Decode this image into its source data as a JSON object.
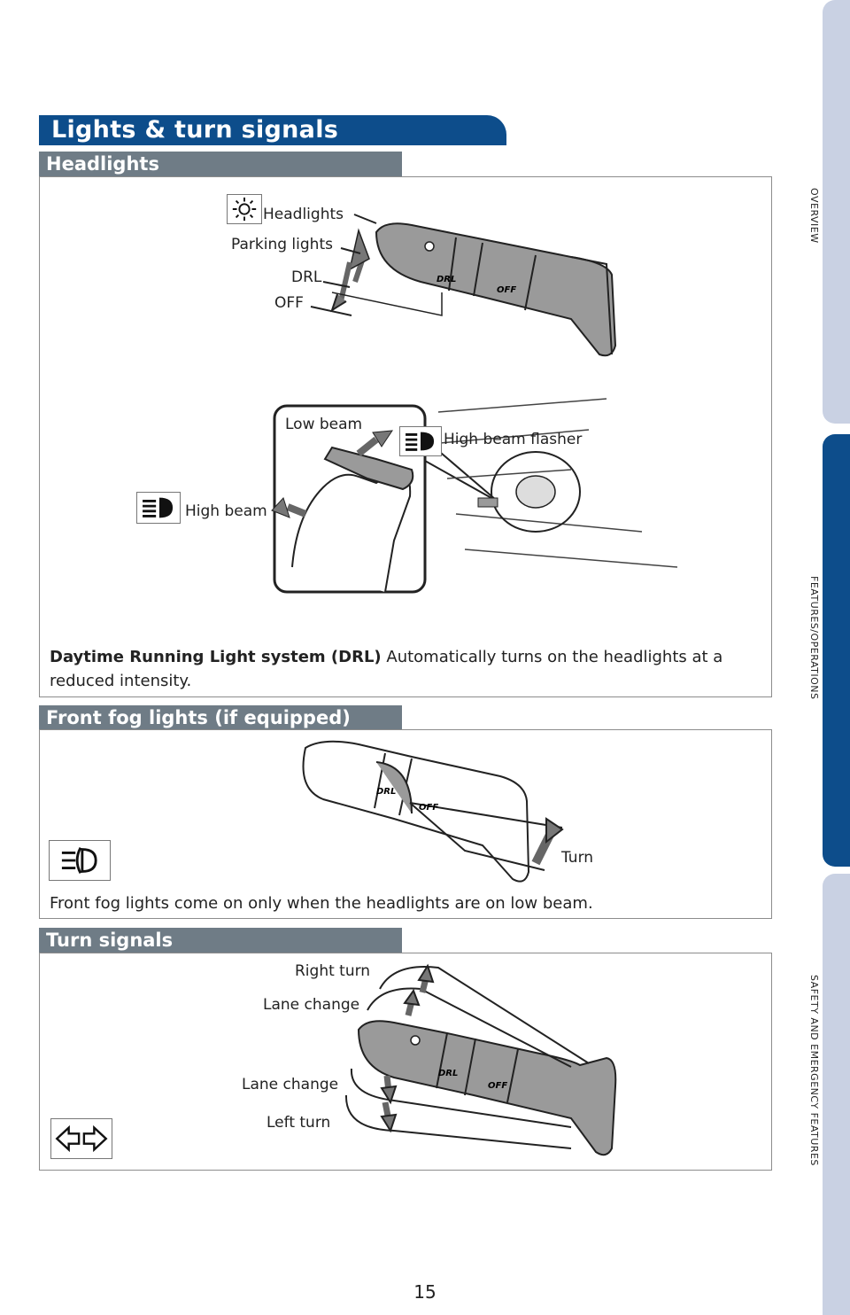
{
  "title": "Lights & turn signals",
  "sections": {
    "headlights": {
      "heading": "Headlights",
      "labels": {
        "headlights": "Headlights",
        "parking": "Parking lights",
        "drl": "DRL",
        "off": "OFF",
        "low_beam": "Low beam",
        "high_beam_flasher": "High beam flasher",
        "high_beam": "High beam"
      },
      "drl_bold": "Daytime Running Light system (DRL)",
      "drl_text": " Automatically turns on the headlights at a reduced intensity."
    },
    "fog": {
      "heading": "Front fog lights (if equipped)",
      "turn_label": "Turn",
      "text": "Front fog lights come on only when the headlights are on low beam."
    },
    "turn_signals": {
      "heading": "Turn signals",
      "labels": {
        "right_turn": "Right turn",
        "lane_change_up": "Lane change",
        "lane_change_down": "Lane change",
        "left_turn": "Left turn"
      }
    }
  },
  "stalk_marks": {
    "drl": "DRL",
    "off": "OFF"
  },
  "side_tabs": [
    "OVERVIEW",
    "FEATURES/OPERATIONS",
    "SAFETY AND EMERGENCY FEATURES"
  ],
  "page_number": "15",
  "colors": {
    "brand_blue": "#0d4d8b",
    "section_gray": "#6f7c86",
    "tab_light": "#c9d1e3"
  }
}
